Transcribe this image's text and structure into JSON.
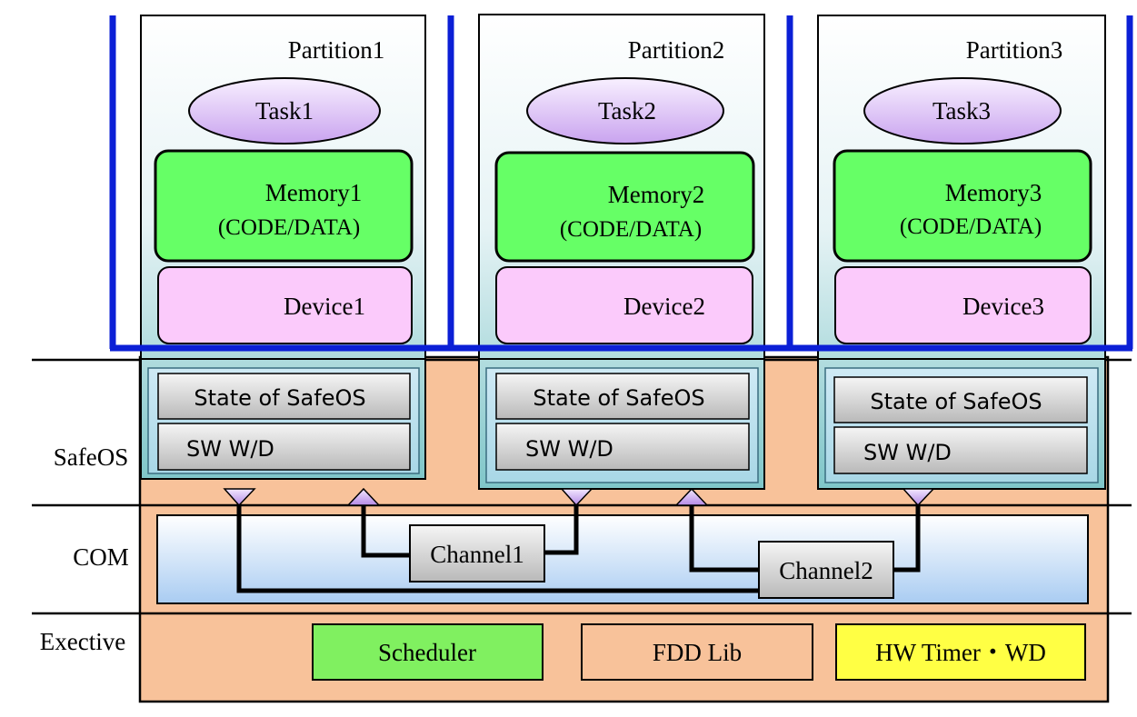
{
  "layers": {
    "safeos": "SafeOS",
    "com": "COM",
    "executive": "Exective"
  },
  "partitions": [
    {
      "title": "Partition1",
      "task": "Task1",
      "memory": "Memory1",
      "memory_sub": "(CODE/DATA)",
      "device": "Device1",
      "state": "State of SafeOS",
      "wd": "SW W/D"
    },
    {
      "title": "Partition2",
      "task": "Task2",
      "memory": "Memory2",
      "memory_sub": "(CODE/DATA)",
      "device": "Device2",
      "state": "State of SafeOS",
      "wd": "SW W/D"
    },
    {
      "title": "Partition3",
      "task": "Task3",
      "memory": "Memory3",
      "memory_sub": "(CODE/DATA)",
      "device": "Device3",
      "state": "State of SafeOS",
      "wd": "SW W/D"
    }
  ],
  "channels": {
    "channel1": "Channel1",
    "channel2": "Channel2"
  },
  "executive_blocks": {
    "scheduler": "Scheduler",
    "fdd_lib": "FDD Lib",
    "hw_timer": "HW Timer・WD"
  },
  "colors": {
    "blue_border": "#0b1fd6",
    "peach": "#f8c29a",
    "memory_green": "#66ff66",
    "device_pink": "#fbcafb",
    "scheduler_green": "#80f060",
    "timer_yellow": "#ffff44",
    "task_purple": "#c9a3ef"
  }
}
